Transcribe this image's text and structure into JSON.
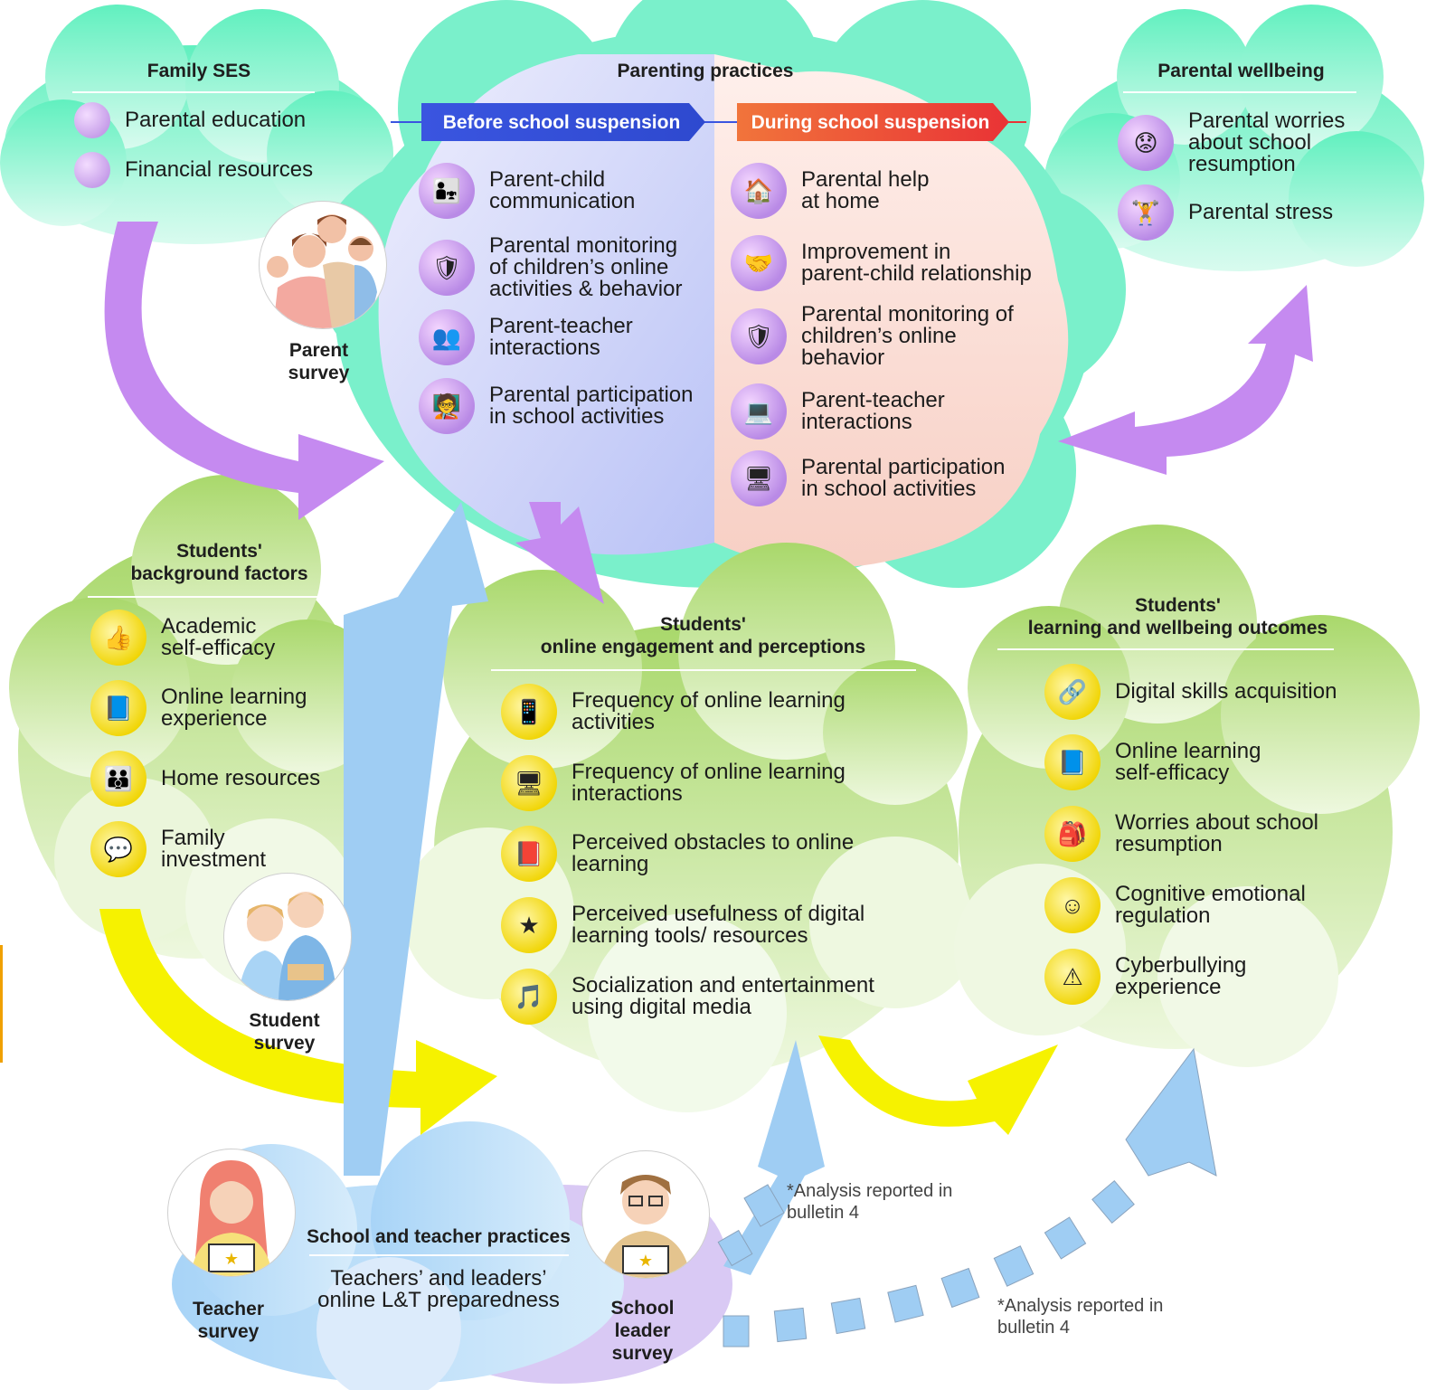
{
  "family_ses": {
    "title": "Family SES",
    "items": [
      "Parental education",
      "Financial resources"
    ]
  },
  "parenting_practices": {
    "title": "Parenting practices",
    "before_label": "Before school suspension",
    "during_label": "During school suspension",
    "before_items": [
      {
        "label": "Parent-child\ncommunication",
        "icon": "parent-child-icon"
      },
      {
        "label": "Parental monitoring\nof children’s online\nactivities & behavior",
        "icon": "monitoring-shield-icon"
      },
      {
        "label": "Parent-teacher\ninteractions",
        "icon": "meeting-icon"
      },
      {
        "label": "Parental participation\nin school activities",
        "icon": "participation-icon"
      }
    ],
    "during_items": [
      {
        "label": "Parental help\nat home",
        "icon": "home-help-icon"
      },
      {
        "label": "Improvement in\nparent-child relationship",
        "icon": "hands-icon"
      },
      {
        "label": "Parental monitoring of\nchildren’s online\nbehavior",
        "icon": "monitoring-shield-icon"
      },
      {
        "label": "Parent-teacher\ninteractions",
        "icon": "video-call-icon"
      },
      {
        "label": "Parental participation\nin school activities",
        "icon": "online-meeting-icon"
      }
    ]
  },
  "parental_wellbeing": {
    "title": "Parental wellbeing",
    "items": [
      {
        "label": "Parental worries\nabout school\nresumption",
        "icon": "worried-parent-icon"
      },
      {
        "label": "Parental stress",
        "icon": "weight-stress-icon"
      }
    ]
  },
  "parent_survey_label": "Parent\nsurvey",
  "student_background": {
    "title": "Students'\nbackground factors",
    "items": [
      {
        "label": "Academic\nself-efficacy",
        "icon": "thumbs-up-icon"
      },
      {
        "label": "Online learning\nexperience",
        "icon": "tablet-book-icon"
      },
      {
        "label": "Home resources",
        "icon": "family-home-icon"
      },
      {
        "label": "Family\ninvestment",
        "icon": "family-investment-icon"
      }
    ]
  },
  "student_survey_label": "Student\nsurvey",
  "online_engagement": {
    "title": "Students'\nonline engagement and perceptions",
    "items": [
      {
        "label": "Frequency of online learning\nactivities",
        "icon": "clock-tablet-icon"
      },
      {
        "label": "Frequency of online learning\ninteractions",
        "icon": "clock-screen-icon"
      },
      {
        "label": "Perceived obstacles to online\nlearning",
        "icon": "obstacle-book-icon"
      },
      {
        "label": "Perceived usefulness of digital\nlearning tools/ resources",
        "icon": "rating-stars-icon"
      },
      {
        "label": "Socialization and entertainment\nusing digital media",
        "icon": "social-media-icon"
      }
    ]
  },
  "outcomes": {
    "title": "Students'\nlearning and wellbeing outcomes",
    "items": [
      {
        "label": "Digital skills acquisition",
        "icon": "digital-network-icon"
      },
      {
        "label": "Online learning\nself-efficacy",
        "icon": "tablet-book-icon"
      },
      {
        "label": "Worries about school\nresumption",
        "icon": "worried-student-icon"
      },
      {
        "label": "Cognitive emotional\nregulation",
        "icon": "emotion-faces-icon"
      },
      {
        "label": "Cyberbullying\nexperience",
        "icon": "cyberbully-icon"
      }
    ]
  },
  "school_teacher": {
    "title": "School and teacher practices",
    "body": "Teachers’ and leaders’\nonline L&T preparedness"
  },
  "teacher_survey_label": "Teacher\nsurvey",
  "school_leader_survey_label": "School\nleader\nsurvey",
  "notes": {
    "note1": "*Analysis reported in\n bulletin 4",
    "note2": "*Analysis reported in\n bulletin 4"
  },
  "colors": {
    "mint": "#6fecc3",
    "pink": "#f9d6cf",
    "lavender": "#cdd2f8",
    "green": "#b6dd7d",
    "blue_sky": "#a9d4f5",
    "purple_arrow": "#c58af0",
    "yellow_arrow": "#f6f200",
    "blue_arrow": "#9fcdf3",
    "before_banner": "#3b56d9",
    "during_banner": "#ef5a3b"
  }
}
